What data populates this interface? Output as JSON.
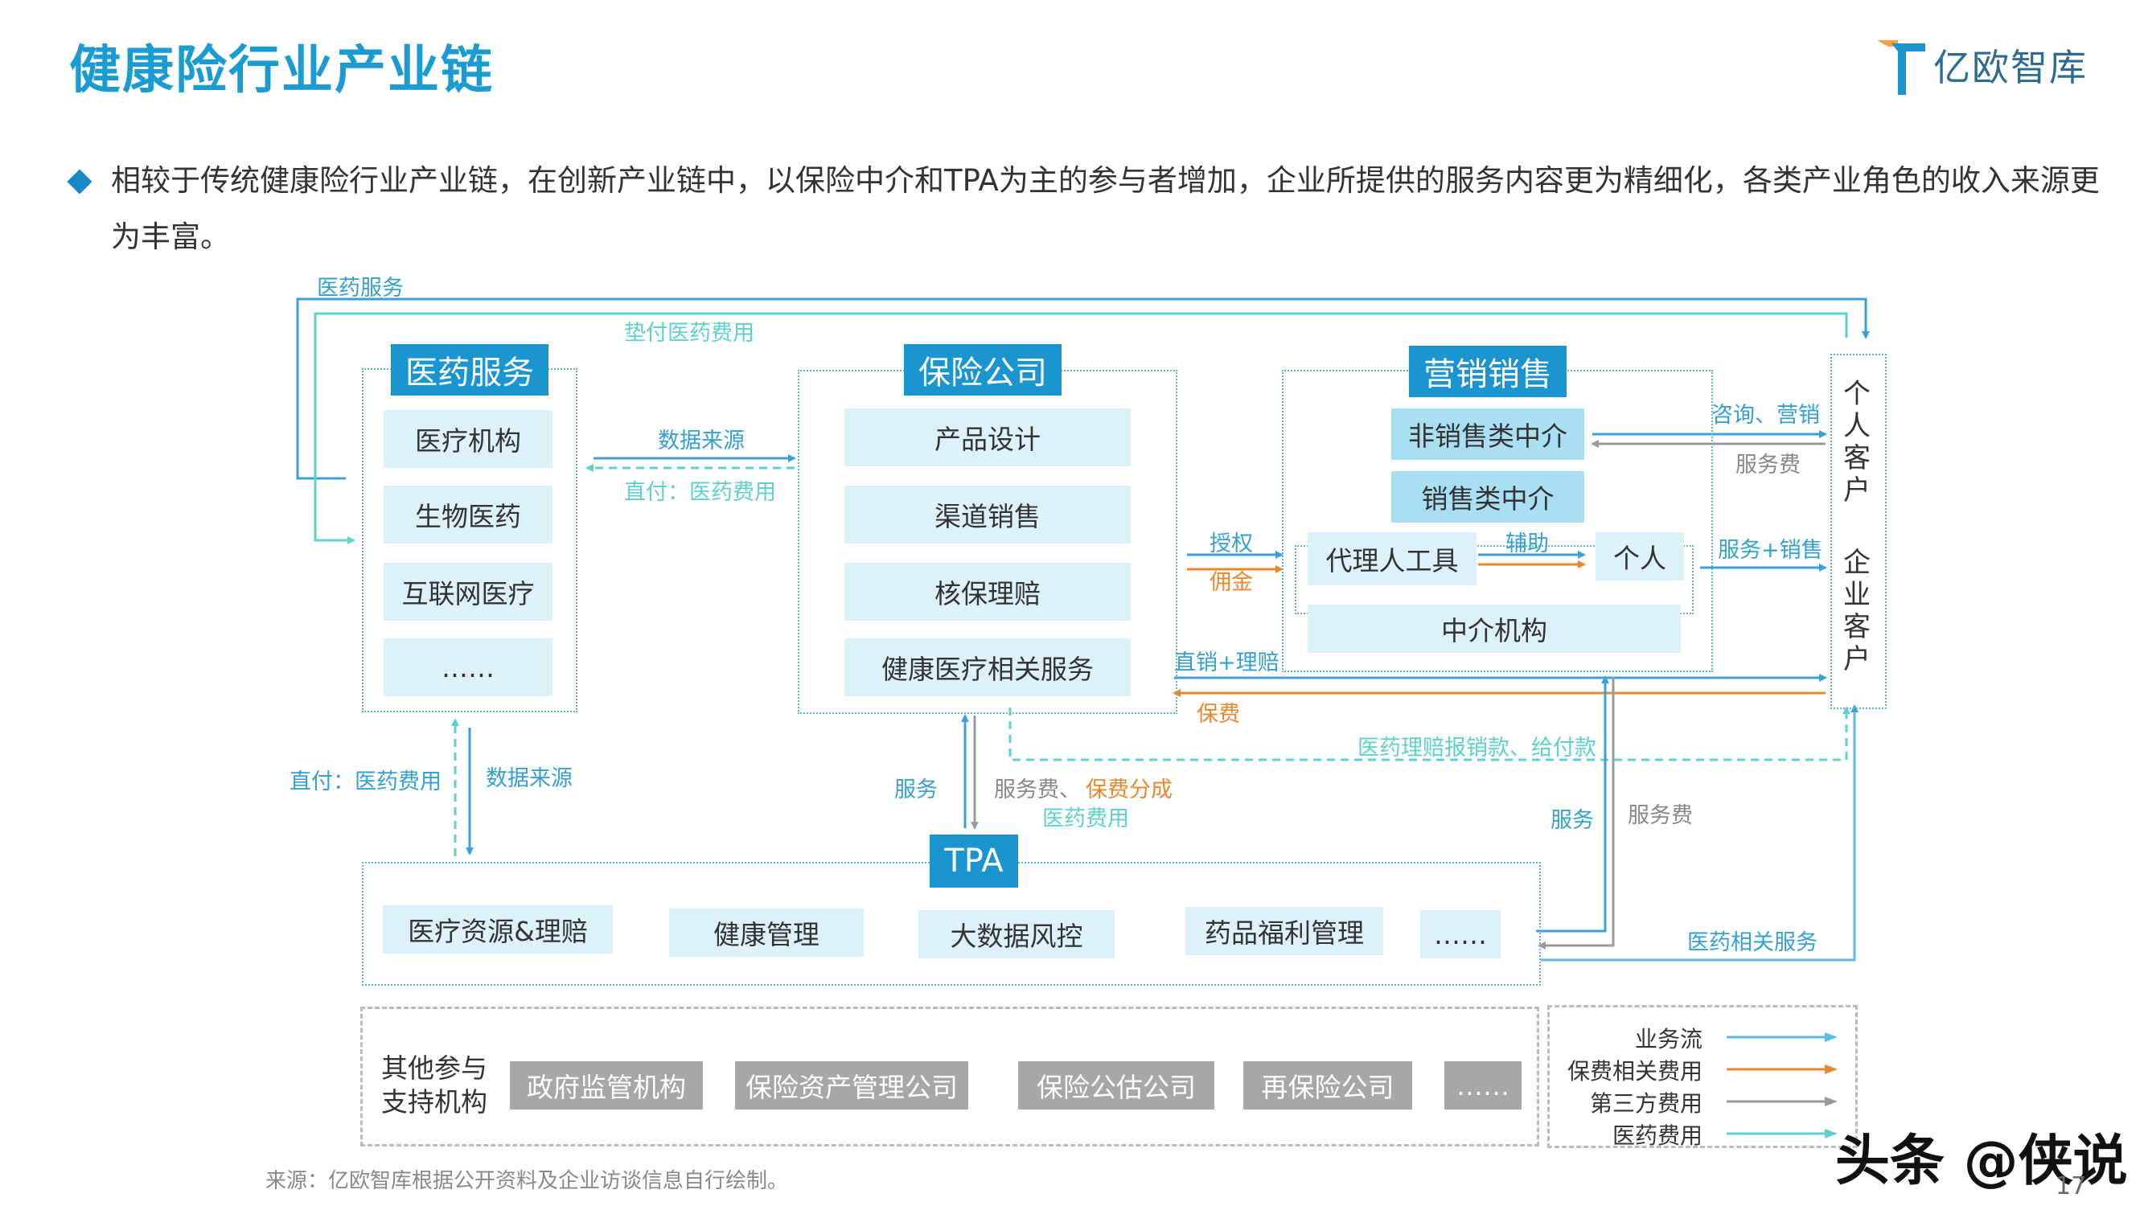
{
  "page": {
    "title": "健康险行业产业链",
    "brand": "亿欧智库",
    "summary": "相较于传统健康险行业产业链，在创新产业链中，以保险中介和TPA为主的参与者增加，企业所提供的服务内容更为精细化，各类产业角色的收入来源更为丰富。",
    "source": "来源：亿欧智库根据公开资料及企业访谈信息自行绘制。",
    "page_number": "17",
    "watermark": "头条 @侠说"
  },
  "groups": {
    "medical": {
      "title": "医药服务",
      "items": [
        "医疗机构",
        "生物医药",
        "互联网医疗",
        "……"
      ]
    },
    "insurer": {
      "title": "保险公司",
      "items": [
        "产品设计",
        "渠道销售",
        "核保理赔",
        "健康医疗相关服务"
      ]
    },
    "marketing": {
      "title": "营销销售",
      "non_sales": "非销售类中介",
      "sales": "销售类中介",
      "agent_tool": "代理人工具",
      "individual": "个人",
      "agency": "中介机构"
    },
    "customers": {
      "personal": "个人客户",
      "enterprise": "企业客户"
    },
    "tpa": {
      "title": "TPA",
      "items": [
        "医疗资源&理赔",
        "健康管理",
        "大数据风控",
        "药品福利管理",
        "……"
      ]
    },
    "others": {
      "title": "其他参与支持机构",
      "items": [
        "政府监管机构",
        "保险资产管理公司",
        "保险公估公司",
        "再保险公司",
        "……"
      ]
    }
  },
  "flow_labels": {
    "top_medical_service": "医药服务",
    "top_advance_fee": "垫付医药费用",
    "data_source_top": "数据来源",
    "direct_pay_top": "直付：医药费用",
    "authorize": "授权",
    "commission": "佣金",
    "assist": "辅助",
    "consult_marketing": "咨询、营销",
    "service_fee_right": "服务费",
    "service_sales": "服务+销售",
    "direct_claim": "直销+理赔",
    "premium": "保费",
    "reimburse": "医药理赔报销款、给付款",
    "direct_pay_bottom": "直付：医药费用",
    "data_source_bottom": "数据来源",
    "service_tpa": "服务",
    "service_fee_tpa": "服务费、",
    "premium_share": "保费分成",
    "medical_fee_tpa": "医药费用",
    "service_right": "服务",
    "service_fee_right2": "服务费",
    "medical_related_service": "医药相关服务"
  },
  "legend": [
    {
      "label": "业务流",
      "color": "#5bbde0"
    },
    {
      "label": "保费相关费用",
      "color": "#e8882e"
    },
    {
      "label": "第三方费用",
      "color": "#9a9a9a"
    },
    {
      "label": "医药费用",
      "color": "#5fd0cc"
    }
  ],
  "colors": {
    "accent": "#1a95cf",
    "light_box": "#dcf1fa",
    "business_flow": "#3d9fd6",
    "premium_flow": "#e8882e",
    "third_party_flow": "#9a9a9a",
    "medical_flow": "#5fd0cc"
  }
}
